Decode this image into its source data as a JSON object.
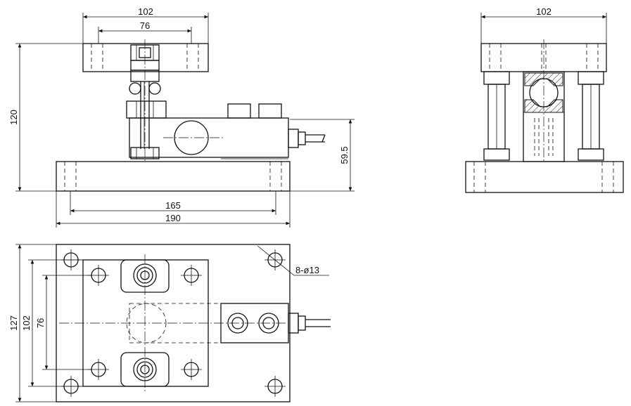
{
  "front_view": {
    "dim_top_outer": "102",
    "dim_top_inner": "76",
    "dim_height": "120",
    "dim_cell_height": "59.5",
    "dim_hole_span": "165",
    "dim_base_length": "190"
  },
  "side_view": {
    "dim_top_width": "102"
  },
  "plan_view": {
    "dim_width_outer": "127",
    "dim_width_mid": "102",
    "dim_width_inner": "76",
    "hole_callout": "8-ø13"
  }
}
